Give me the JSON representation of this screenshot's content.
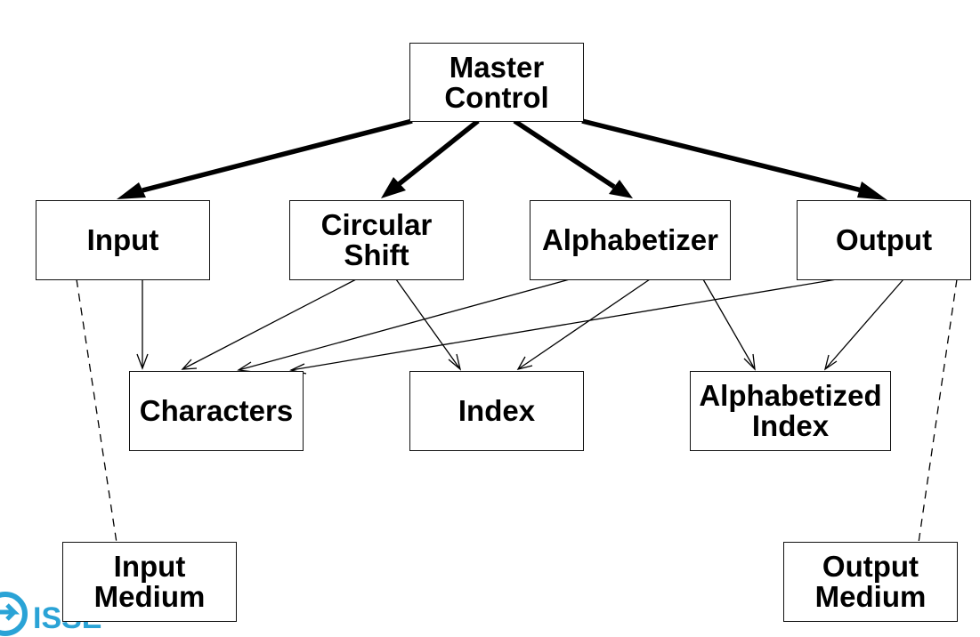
{
  "diagram": {
    "nodes": {
      "master_control": "Master\nControl",
      "input": "Input",
      "circular_shift": "Circular\nShift",
      "alphabetizer": "Alphabetizer",
      "output": "Output",
      "characters": "Characters",
      "index": "Index",
      "alphabetized_index": "Alphabetized\nIndex",
      "input_medium": "Input\nMedium",
      "output_medium": "Output\nMedium"
    },
    "edges": [
      {
        "from": "master_control",
        "to": "input",
        "style": "control"
      },
      {
        "from": "master_control",
        "to": "circular_shift",
        "style": "control"
      },
      {
        "from": "master_control",
        "to": "alphabetizer",
        "style": "control"
      },
      {
        "from": "master_control",
        "to": "output",
        "style": "control"
      },
      {
        "from": "input",
        "to": "characters",
        "style": "data"
      },
      {
        "from": "circular_shift",
        "to": "characters",
        "style": "data"
      },
      {
        "from": "alphabetizer",
        "to": "characters",
        "style": "data"
      },
      {
        "from": "output",
        "to": "characters",
        "style": "data"
      },
      {
        "from": "circular_shift",
        "to": "index",
        "style": "data"
      },
      {
        "from": "alphabetizer",
        "to": "index",
        "style": "data"
      },
      {
        "from": "alphabetizer",
        "to": "alphabetized_index",
        "style": "data"
      },
      {
        "from": "output",
        "to": "alphabetized_index",
        "style": "data"
      },
      {
        "from": "input",
        "to": "input_medium",
        "style": "io"
      },
      {
        "from": "output",
        "to": "output_medium",
        "style": "io"
      }
    ]
  },
  "logo": {
    "text": "ISSE",
    "color": "#2aa3d6"
  }
}
